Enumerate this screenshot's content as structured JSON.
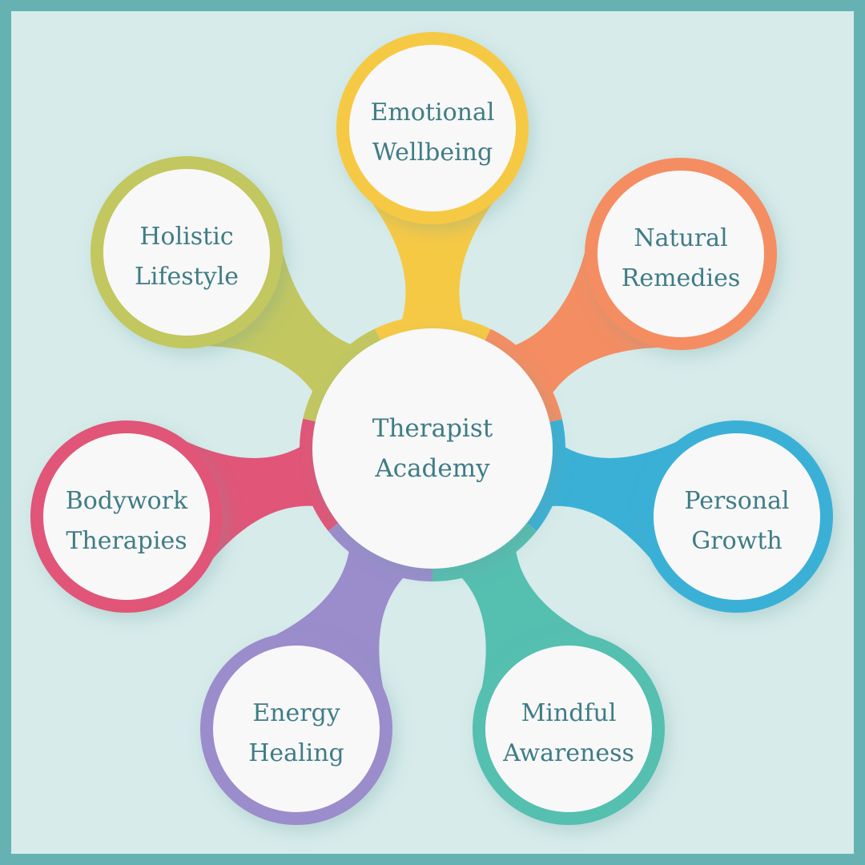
{
  "center": {
    "lines": [
      "Therapist",
      "Academy"
    ]
  },
  "nodes": [
    {
      "id": "emotional-wellbeing",
      "lines": [
        "Emotional",
        "Wellbeing"
      ],
      "color": "#f6c945"
    },
    {
      "id": "natural-remedies",
      "lines": [
        "Natural",
        "Remedies"
      ],
      "color": "#f58d62"
    },
    {
      "id": "personal-growth",
      "lines": [
        "Personal",
        "Growth"
      ],
      "color": "#3ab0d6"
    },
    {
      "id": "mindful-awareness",
      "lines": [
        "Mindful",
        "Awareness"
      ],
      "color": "#55bfb0"
    },
    {
      "id": "energy-healing",
      "lines": [
        "Energy",
        "Healing"
      ],
      "color": "#9b8ccc"
    },
    {
      "id": "bodywork-therapies",
      "lines": [
        "Bodywork",
        "Therapies"
      ],
      "color": "#e05578"
    },
    {
      "id": "holistic-lifestyle",
      "lines": [
        "Holistic",
        "Lifestyle"
      ],
      "color": "#c2c760"
    }
  ],
  "colors": {
    "frame": "#66b2b2",
    "background": "#d6ebea",
    "text": "#3f7c86",
    "circle": "#f8f8f8"
  }
}
